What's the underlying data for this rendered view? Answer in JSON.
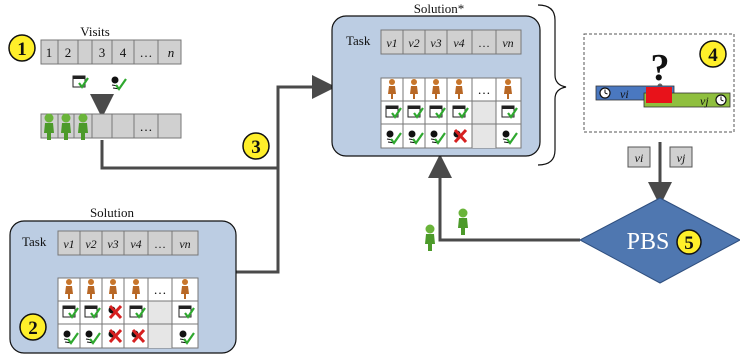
{
  "visits": {
    "title": "Visits",
    "cells": [
      "1",
      "2",
      "3",
      "4",
      "…",
      "n"
    ]
  },
  "solution_top": {
    "title": "Solution*",
    "row_label": "Task",
    "cells": [
      "v1",
      "v2",
      "v3",
      "v4",
      "…",
      "vn"
    ]
  },
  "solution_bottom": {
    "title": "Solution",
    "row_label": "Task",
    "cells": [
      "v1",
      "v2",
      "v3",
      "v4",
      "…",
      "vn"
    ]
  },
  "step_badges": [
    "1",
    "2",
    "3",
    "4",
    "5"
  ],
  "conflict": {
    "question_mark": "?",
    "left_visit": "vi",
    "right_visit": "vj"
  },
  "selected_visits": [
    "vi",
    "vj"
  ],
  "pbs": {
    "label": "PBS"
  },
  "colors": {
    "panel_fill": "#bccde3",
    "badge_fill": "#ffef2a",
    "diamond_fill": "#4f77b0",
    "left_bar": "#4a78c0",
    "right_bar": "#8fbf3e",
    "conflict": "#e8121a",
    "arrow": "#4a4a4a",
    "cell_fill": "#d0d0d0"
  }
}
